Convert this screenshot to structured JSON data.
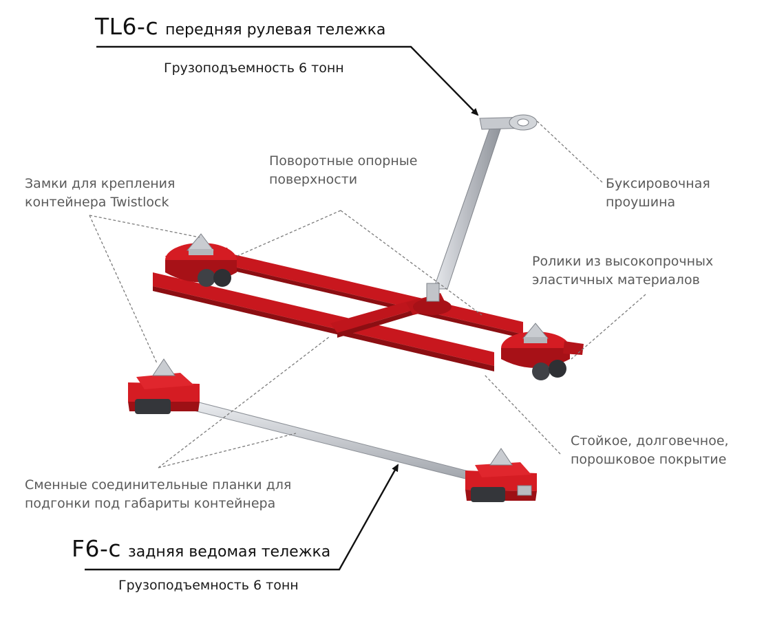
{
  "front_trolley": {
    "model": "TL6-c",
    "description": "передняя рулевая тележка",
    "capacity": "Грузоподъемность 6 тонн"
  },
  "rear_trolley": {
    "model": "F6-c",
    "description": "задняя ведомая тележка",
    "capacity": "Грузоподъемность 6 тонн"
  },
  "callouts": {
    "twistlock": [
      "Замки для крепления",
      "контейнера Twistlock"
    ],
    "swivel": [
      "Поворотные опорные",
      "поверхности"
    ],
    "towing_eye": [
      "Буксировочная",
      "проушина"
    ],
    "rollers": [
      "Ролики из высокопрочных",
      "эластичных материалов"
    ],
    "coating": [
      "Стойкое, долговечное,",
      "порошковое покрытие"
    ],
    "bars": [
      "Сменные соединительные планки для",
      "подгонки под габариты контейнера"
    ]
  },
  "colors": {
    "frame_red": "#c8171e",
    "frame_dark": "#8c0e12",
    "steel": "#b9bcc2",
    "leader": "#7a7a7a",
    "arrow": "#111111"
  }
}
